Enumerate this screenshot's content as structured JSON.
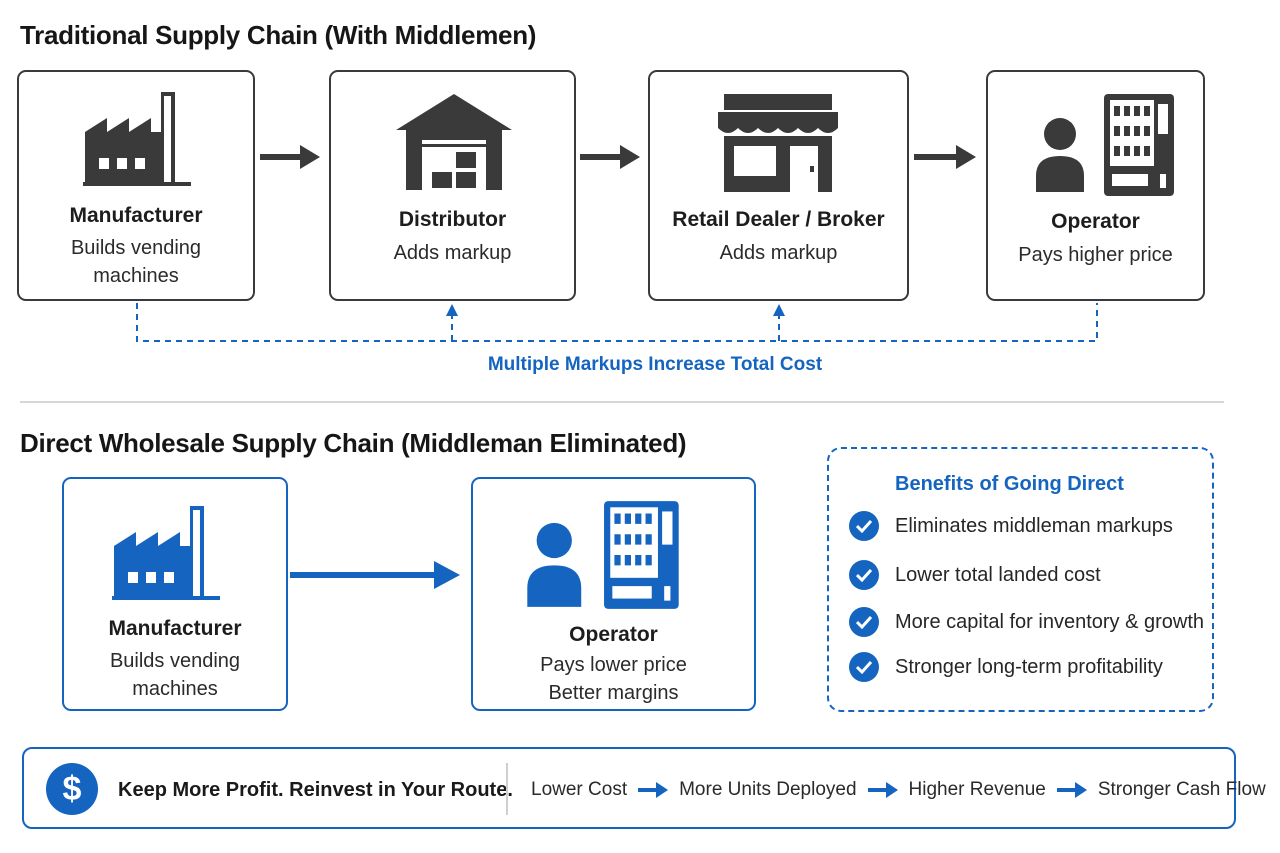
{
  "traditional": {
    "title": "Traditional Supply Chain (With Middlemen)",
    "nodes": [
      {
        "name": "Manufacturer",
        "desc": "Builds vending\nmachines",
        "icon": "factory-icon"
      },
      {
        "name": "Distributor",
        "desc": "Adds markup",
        "icon": "warehouse-icon"
      },
      {
        "name": "Retail Dealer / Broker",
        "desc": "Adds markup",
        "icon": "storefront-icon"
      },
      {
        "name": "Operator",
        "desc": "Pays higher price",
        "icon": "person-vending-machine-icon"
      }
    ],
    "markup_note": "Multiple Markups Increase Total Cost"
  },
  "direct": {
    "title": "Direct Wholesale Supply Chain (Middleman Eliminated)",
    "nodes": [
      {
        "name": "Manufacturer",
        "desc": "Builds vending\nmachines",
        "icon": "factory-icon"
      },
      {
        "name": "Operator",
        "desc": "Pays lower price\nBetter margins",
        "icon": "person-vending-machine-icon"
      }
    ]
  },
  "benefits": {
    "title": "Benefits of Going Direct",
    "items": [
      "Eliminates middleman markups",
      "Lower total landed cost",
      "More capital for inventory & growth",
      "Stronger long-term profitability"
    ]
  },
  "footer": {
    "icon_symbol": "$",
    "tagline": "Keep More Profit. Reinvest in Your Route.",
    "steps": [
      "Lower Cost",
      "More Units Deployed",
      "Higher Revenue",
      "Stronger Cash Flow"
    ]
  },
  "colors": {
    "accent": "#1565c0",
    "dark": "#3a3a3a"
  }
}
